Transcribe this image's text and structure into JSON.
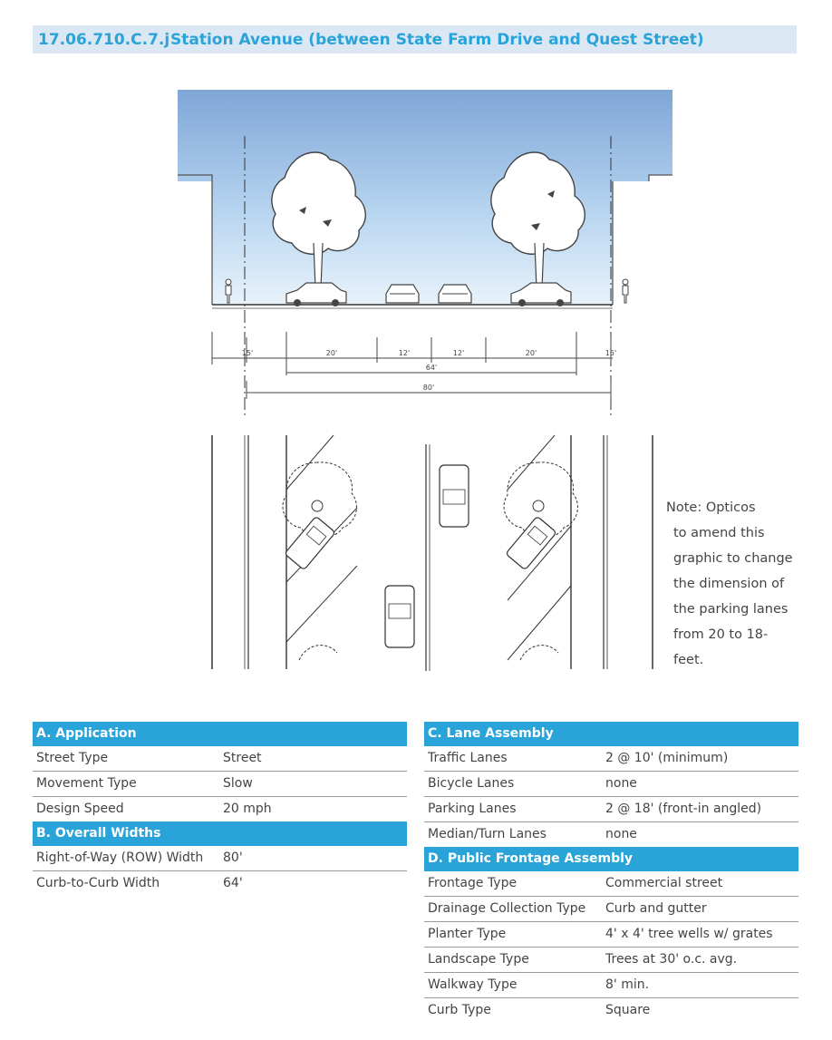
{
  "header": {
    "code": "17.06.710.C.7.j",
    "title": "Station Avenue (between State Farm Drive and Quest Street)"
  },
  "drawing": {
    "dimension_labels": [
      "15'",
      "20'",
      "12'",
      "12'",
      "20'",
      "15'"
    ],
    "curb_to_curb_label": "64'",
    "row_label": "80'"
  },
  "note": {
    "lines": [
      "Note: Opticos",
      "to amend this",
      "graphic to change",
      "the dimension of",
      "the parking lanes",
      "from 20 to 18-",
      "feet."
    ]
  },
  "sections": {
    "application": {
      "heading": "A. Application",
      "rows": [
        {
          "label": "Street Type",
          "value": "Street"
        },
        {
          "label": "Movement Type",
          "value": "Slow"
        },
        {
          "label": "Design Speed",
          "value": "20 mph"
        }
      ]
    },
    "overall_widths": {
      "heading": "B. Overall Widths",
      "rows": [
        {
          "label": "Right-of-Way (ROW) Width",
          "value": "80'"
        },
        {
          "label": "Curb-to-Curb Width",
          "value": "64'"
        }
      ]
    },
    "lane_assembly": {
      "heading": "C. Lane Assembly",
      "rows": [
        {
          "label": "Traffic Lanes",
          "value": "2 @ 10' (minimum)"
        },
        {
          "label": "Bicycle Lanes",
          "value": "none"
        },
        {
          "label": "Parking Lanes",
          "value": "2 @ 18' (front-in angled)"
        },
        {
          "label": "Median/Turn Lanes",
          "value": "none"
        }
      ]
    },
    "public_frontage": {
      "heading": "D. Public Frontage Assembly",
      "rows": [
        {
          "label": "Frontage Type",
          "value": "Commercial street"
        },
        {
          "label": "Drainage Collection Type",
          "value": "Curb and gutter"
        },
        {
          "label": "Planter Type",
          "value": "4' x 4' tree wells w/ grates"
        },
        {
          "label": "Landscape Type",
          "value": "Trees at 30' o.c. avg."
        },
        {
          "label": "Walkway Type",
          "value": "8' min."
        },
        {
          "label": "Curb Type",
          "value": "Square"
        }
      ]
    }
  }
}
